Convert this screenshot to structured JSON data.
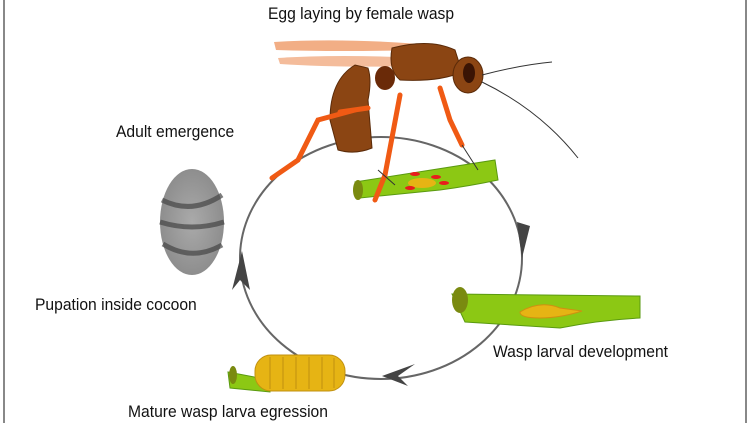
{
  "title": "Wasp life cycle",
  "labels": {
    "egg_laying": "Egg laying by female wasp",
    "adult_emergence": "Adult emergence",
    "pupation": "Pupation inside cocoon",
    "larval_development": "Wasp larval development",
    "egression": "Mature wasp larva egression"
  },
  "colors": {
    "wasp_body": "#8B4513",
    "wasp_legs": "#F05A14",
    "wing": "#F0A070",
    "caterpillar": "#8CC814",
    "larva": "#E6B414",
    "eggs": "#E81C1C",
    "cycle": "#666666"
  }
}
